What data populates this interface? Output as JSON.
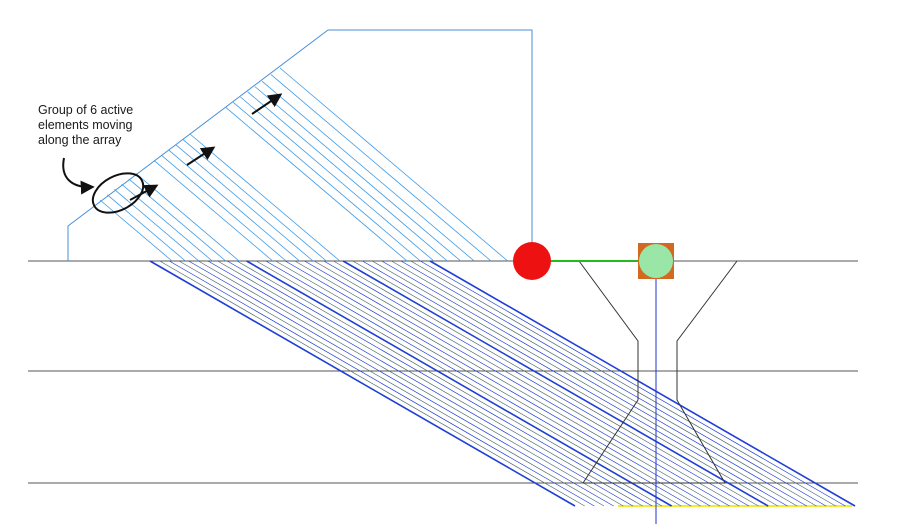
{
  "annotation": {
    "lines": [
      "Group of 6 active",
      "elements moving",
      "along the array"
    ]
  },
  "colors": {
    "wedge_outline": "#4a90d9",
    "element_lines": "#3d9be9",
    "refracted_rays": "#1f3fd6",
    "interface_lines": "#555555",
    "weld_bevel": "#333333",
    "flaw_red": "#ee1111",
    "flaw_green": "#99e6a6",
    "flaw_box": "#d2691e",
    "link_line": "#22bb22",
    "center_line": "#2233cc",
    "bottom_highlight": "#f2e93a",
    "annotation_ink": "#111111"
  },
  "icons": {
    "arrow": "scan-direction-arrow-icon",
    "ellipse": "active-group-ellipse-icon"
  }
}
